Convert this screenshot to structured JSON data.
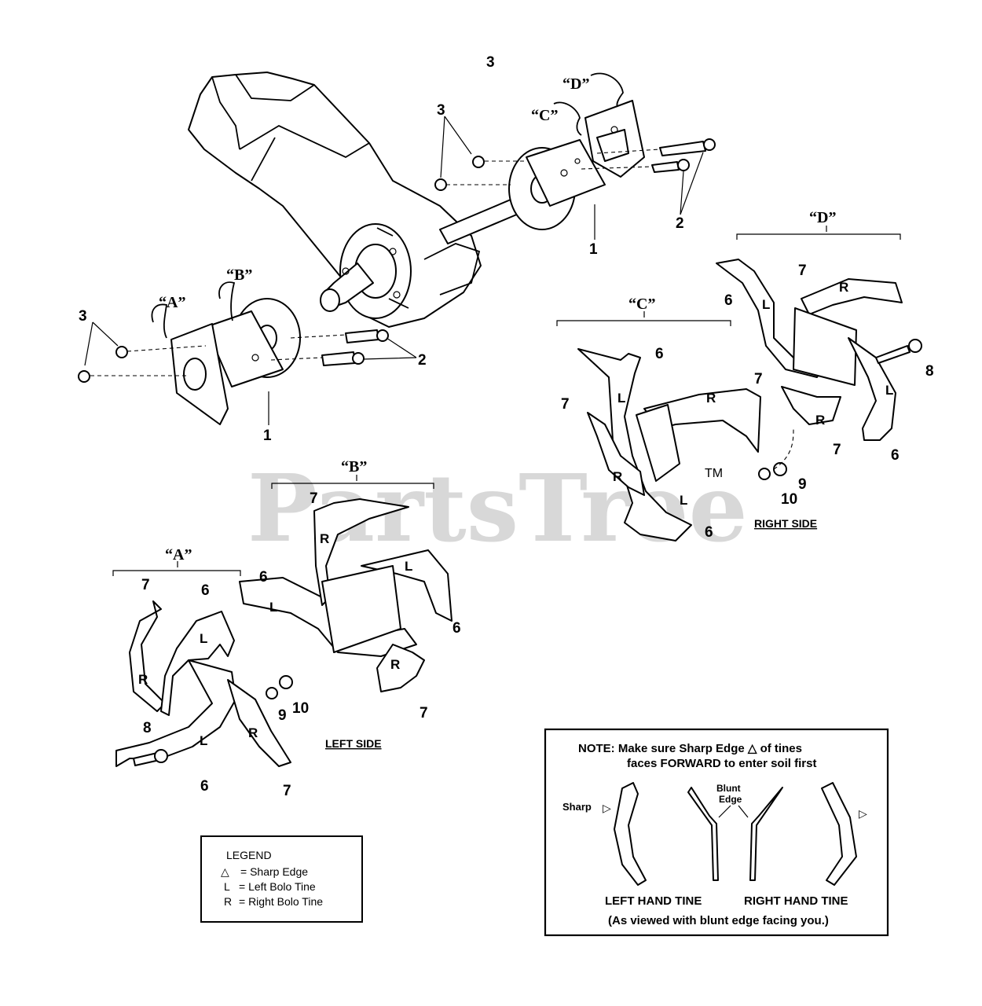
{
  "page_number": "3",
  "watermark": {
    "text": "PartsTree",
    "tm": "TM"
  },
  "callouts": {
    "c1": "1",
    "c2": "1",
    "c3": "2",
    "c4": "2",
    "c5": "3",
    "c6": "3",
    "c7": "6",
    "c8": "6",
    "c9": "6",
    "c10": "6",
    "c11": "6",
    "c12": "6",
    "c13": "7",
    "c14": "7",
    "c15": "7",
    "c16": "7",
    "c17": "7",
    "c18": "7",
    "c19": "7",
    "c20": "8",
    "c21": "8",
    "c22": "9",
    "c23": "9",
    "c24": "10",
    "c25": "10"
  },
  "groups": {
    "a_top": "“A”",
    "b_top": "“B”",
    "c_top": "“C”",
    "d_top": "“D”",
    "a": "“A”",
    "b": "“B”",
    "c": "“C”",
    "d": "“D”"
  },
  "tine_marks": {
    "L": "L",
    "R": "R"
  },
  "side_labels": {
    "left": "LEFT  SIDE",
    "right": "RIGHT SIDE"
  },
  "legend": {
    "title": "LEGEND",
    "rows": [
      {
        "sym": "△",
        "text": "= Sharp Edge"
      },
      {
        "sym": "L",
        "text": "=  Left Bolo Tine"
      },
      {
        "sym": "R",
        "text": "=  Right Bolo Tine"
      }
    ]
  },
  "note": {
    "line1": "NOTE:  Make sure Sharp Edge △ of tines",
    "line2": "faces FORWARD to enter soil first",
    "sharp": "Sharp",
    "blunt1": "Blunt",
    "blunt2": "Edge",
    "left_hand": "LEFT HAND TINE",
    "right_hand": "RIGHT HAND TINE",
    "caption": "(As viewed with blunt edge facing you.)"
  }
}
